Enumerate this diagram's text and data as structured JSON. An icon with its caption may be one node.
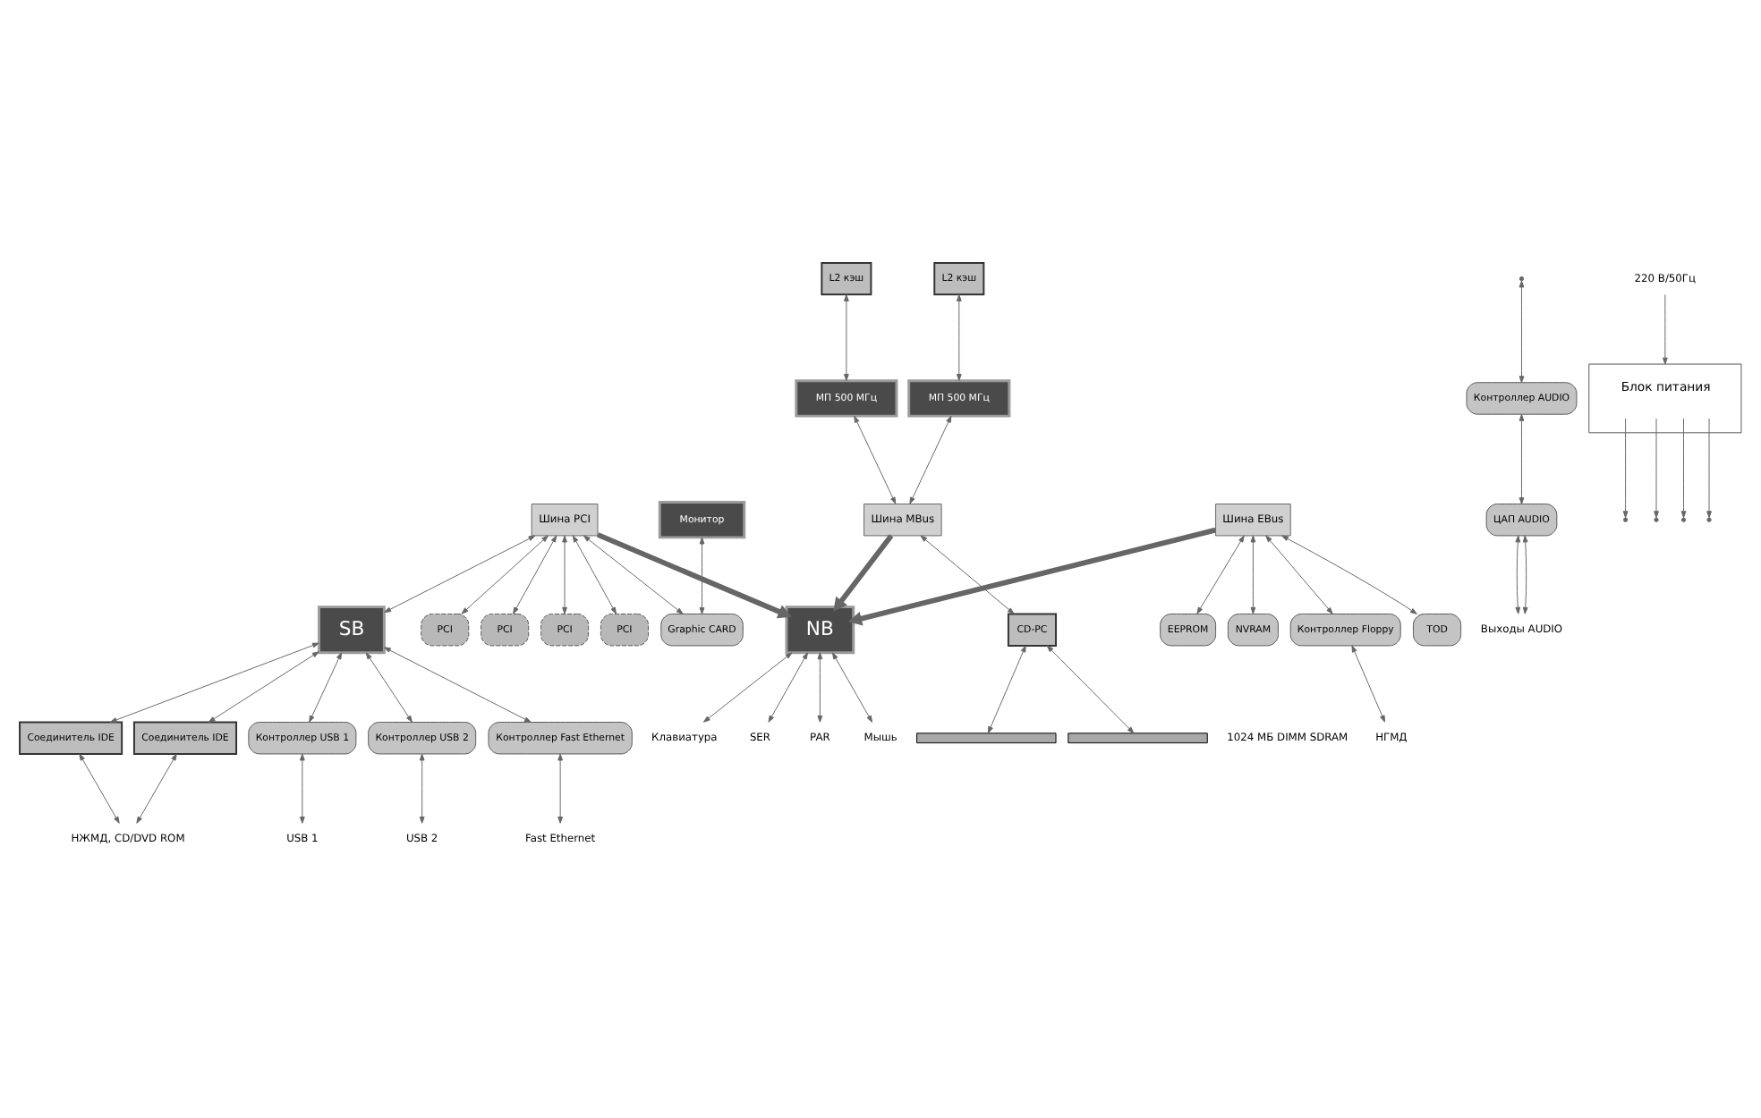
{
  "diagram": {
    "nodes": [
      {
        "text": [
          "SER"
        ]
      },
      {
        "text": [
          "PAR"
        ]
      },
      {
        "text": [
          "Мышь"
        ]
      },
      {
        "text": [
          "Клавиатура"
        ]
      },
      {
        "text": [
          "PCI"
        ]
      },
      {
        "text": [
          "PCI"
        ]
      },
      {
        "text": [
          "PCI"
        ]
      },
      {
        "text": [
          "PCI"
        ]
      },
      {
        "text": [
          "L2 кэш"
        ]
      },
      {
        "text": [
          "L2 кэш"
        ]
      },
      {
        "text": [
          "Монитор"
        ]
      },
      {
        "text": [
          "Graphic CARD"
        ]
      },
      {
        "text": [
          "NB"
        ]
      },
      {
        "text": [
          "МП 500 МГц"
        ]
      },
      {
        "text": [
          "МП 500 МГц"
        ]
      },
      {
        "text": [
          "Шина PCI"
        ]
      },
      {
        "text": [
          "Шина MBus"
        ]
      },
      {
        "text": [
          "SB"
        ]
      },
      {
        "text": [
          "EEPROM"
        ]
      },
      {
        "text": [
          "CD-PC"
        ]
      },
      {
        "text": [],
        "shape": "bar"
      },
      {
        "text": [],
        "shape": "bar"
      },
      {
        "text": [
          "NVRAM"
        ]
      },
      {
        "text": [
          "Контроллер Floppy"
        ]
      },
      {
        "text": [
          "НГМД"
        ]
      },
      {
        "text": [
          "Соединитель IDE"
        ]
      },
      {
        "text": [
          "Соединитель IDE"
        ]
      },
      {
        "text": [
          "Контроллер AUDIO"
        ]
      },
      {
        "text": [
          "Шина EBus"
        ]
      },
      {
        "text": [
          "Контроллер USB 1"
        ]
      },
      {
        "text": [
          "Контроллер USB 2"
        ]
      },
      {
        "text": [
          "Контроллер Fast Ethernet"
        ]
      },
      {
        "text": [
          "ЦАП AUDIO"
        ]
      },
      {
        "text": [
          "TOD"
        ]
      },
      {
        "text": [
          "Блок питания"
        ]
      },
      {
        "text": [
          "220 В/50Гц"
        ]
      },
      {
        "text": [
          "НЖМД, CD/DVD ROM"
        ]
      },
      {
        "text": [
          "USB 1"
        ]
      },
      {
        "text": [
          "USB 2"
        ]
      },
      {
        "text": [
          "Fast Ethernet"
        ]
      },
      {
        "text": [
          "Выходы AUDIO"
        ]
      }
    ],
    "edges": [
      {
        "from": 12,
        "to": 0,
        "arrow": "both"
      },
      {
        "from": 12,
        "to": 1,
        "arrow": "both"
      },
      {
        "from": 12,
        "to": 2,
        "arrow": "both"
      },
      {
        "from": 12,
        "to": 3,
        "arrow": "both"
      },
      {
        "from": 15,
        "to": 4,
        "arrow": "both"
      },
      {
        "from": 15,
        "to": 5,
        "arrow": "both"
      },
      {
        "from": 15,
        "to": 6,
        "arrow": "both"
      },
      {
        "from": 15,
        "to": 7,
        "arrow": "both"
      },
      {
        "from": 10,
        "to": 11,
        "arrow": "both"
      },
      {
        "from": 15,
        "to": 11,
        "arrow": "both"
      },
      {
        "from": 15,
        "to": 12,
        "arrow": "to",
        "style": "thick"
      },
      {
        "from": 8,
        "to": 13,
        "arrow": "both"
      },
      {
        "from": 9,
        "to": 14,
        "arrow": "both"
      },
      {
        "from": 13,
        "to": 16,
        "arrow": "both"
      },
      {
        "from": 14,
        "to": 16,
        "arrow": "both"
      },
      {
        "from": 16,
        "to": 12,
        "arrow": "to",
        "style": "thick"
      },
      {
        "from": 15,
        "to": 17,
        "arrow": "both"
      },
      {
        "from": 28,
        "to": 12,
        "arrow": "to",
        "style": "thick"
      },
      {
        "from": 16,
        "to": 19,
        "arrow": "both"
      },
      {
        "from": 19,
        "to": 20,
        "arrow": "both"
      },
      {
        "from": 19,
        "to": 21,
        "arrow": "both"
      },
      {
        "from": 28,
        "to": 18,
        "arrow": "both"
      },
      {
        "from": 28,
        "to": 22,
        "arrow": "both"
      },
      {
        "from": 28,
        "to": 23,
        "arrow": "both"
      },
      {
        "from": 23,
        "to": 24,
        "arrow": "both"
      },
      {
        "from": 28,
        "to": 33,
        "arrow": "both"
      },
      {
        "from": 17,
        "to": 25,
        "arrow": "both"
      },
      {
        "from": 17,
        "to": 26,
        "arrow": "both"
      },
      {
        "from": 25,
        "to": 36,
        "arrow": "both"
      },
      {
        "from": 26,
        "to": 36,
        "arrow": "both"
      },
      {
        "from": null,
        "to": 27,
        "arrow": "both"
      },
      {
        "from": 27,
        "to": 32,
        "arrow": "both"
      },
      {
        "from": 32,
        "to": 40,
        "arrow": "both"
      },
      {
        "from": 32,
        "to": 40,
        "arrow": "both"
      },
      {
        "from": 17,
        "to": 29,
        "arrow": "both"
      },
      {
        "from": 17,
        "to": 30,
        "arrow": "both"
      },
      {
        "from": 17,
        "to": 31,
        "arrow": "both"
      },
      {
        "from": 29,
        "to": 37,
        "arrow": "both"
      },
      {
        "from": 30,
        "to": 38,
        "arrow": "both"
      },
      {
        "from": 31,
        "to": 39,
        "arrow": "both"
      },
      {
        "from": 35,
        "to": 34,
        "arrow": "to"
      },
      {
        "from": 34,
        "to": null,
        "arrow": "to"
      },
      {
        "from": 34,
        "to": null,
        "arrow": "to"
      },
      {
        "from": 34,
        "to": null,
        "arrow": "to"
      },
      {
        "from": 34,
        "to": null,
        "arrow": "to"
      }
    ],
    "labels": [
      "1024 МБ DIMM SDRAM"
    ]
  }
}
